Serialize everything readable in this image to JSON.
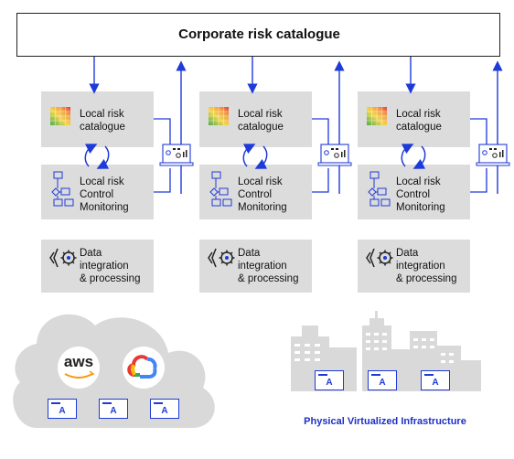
{
  "header": {
    "title": "Corporate risk catalogue"
  },
  "columns": [
    {
      "catalogue_label": "Local risk\ncatalogue",
      "control_label": "Local risk\nControl\nMonitoring",
      "data_label": "Data\nintegration\n& processing"
    },
    {
      "catalogue_label": "Local risk\ncatalogue",
      "control_label": "Local risk\nControl\nMonitoring",
      "data_label": "Data\nintegration\n& processing"
    },
    {
      "catalogue_label": "Local risk\ncatalogue",
      "control_label": "Local risk\nControl\nMonitoring",
      "data_label": "Data\nintegration\n& processing"
    }
  ],
  "cloud": {
    "aws_label": "aws",
    "apps": [
      "A",
      "A",
      "A"
    ]
  },
  "infrastructure": {
    "label": "Physical Virtualized Infrastructure",
    "apps": [
      "A",
      "A",
      "A"
    ]
  },
  "colors": {
    "accent": "#1e3ad8",
    "panel": "#dcdcdc",
    "cloud": "#d9d9d9"
  }
}
